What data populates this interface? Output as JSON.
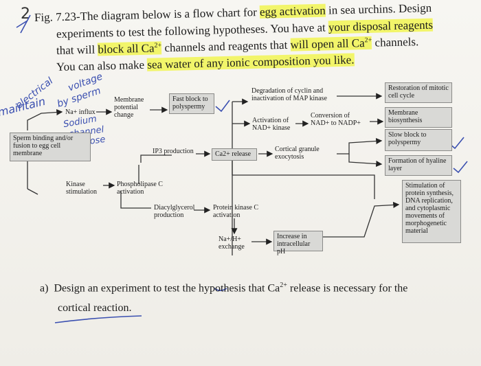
{
  "header": {
    "num": "2",
    "line1_pre": "Fig. 7.23-The diagram below is a flow chart for ",
    "line1_hl": "egg activation",
    "line1_post": " in sea urchins. Design",
    "line2_pre": "experiments to test the following hypotheses. You have at ",
    "line2_hl": "your disposal reagents",
    "line3_pre": "that will ",
    "line3_hl1": "block all Ca",
    "line3_mid": " channels and reagents that ",
    "line3_hl2": "will open all Ca",
    "line3_post": " channels.",
    "line4_pre": "You can also make ",
    "line4_hl": "sea water of any ionic composition you like.",
    "sup": "2+"
  },
  "diagram": {
    "sperm_binding": "Sperm binding and/or fusion to egg cell membrane",
    "na_influx": "Na+ influx",
    "membrane_potential": "Membrane potential change",
    "fast_block": "Fast block to polyspermy",
    "degradation": "Degradation of cyclin and inactivation of MAP kinase",
    "activation_nad": "Activation of NAD+ kinase",
    "conversion": "Conversion of NAD+ to NADP+",
    "restoration": "Restoration of mitotic cell cycle",
    "membrane_bio": "Membrane biosynthesis",
    "ip3": "IP3 production",
    "ca_release": "Ca2+ release",
    "cortical": "Cortical granule exocytosis",
    "slow_block": "Slow block to polyspermy",
    "hyaline": "Formation of hyaline layer",
    "kinase": "Kinase stimulation",
    "phospholipase": "Phospholipase C activation",
    "dag": "Diacylglycerol production",
    "pkc": "Protein kinase C activation",
    "stimulation": "Stimulation of protein synthesis, DNA replication, and cytoplasmic movements of morphogenetic material",
    "na_h": "Na+/H+ exchange",
    "ph": "Increase in intracellular pH"
  },
  "handwriting": {
    "maintain": "maintain",
    "electrical": "electrical",
    "voltage": "voltage",
    "by_sperm": "by sperm",
    "sodium": "Sodium",
    "channel": "channel",
    "close": "close"
  },
  "question": {
    "part": "a)",
    "text1_pre": "Design an experiment to test the hypothesis that ",
    "text1_ca": "Ca",
    "text1_sup": "2+",
    "text1_post": " release is necessary for the",
    "text2": "cortical reaction."
  }
}
